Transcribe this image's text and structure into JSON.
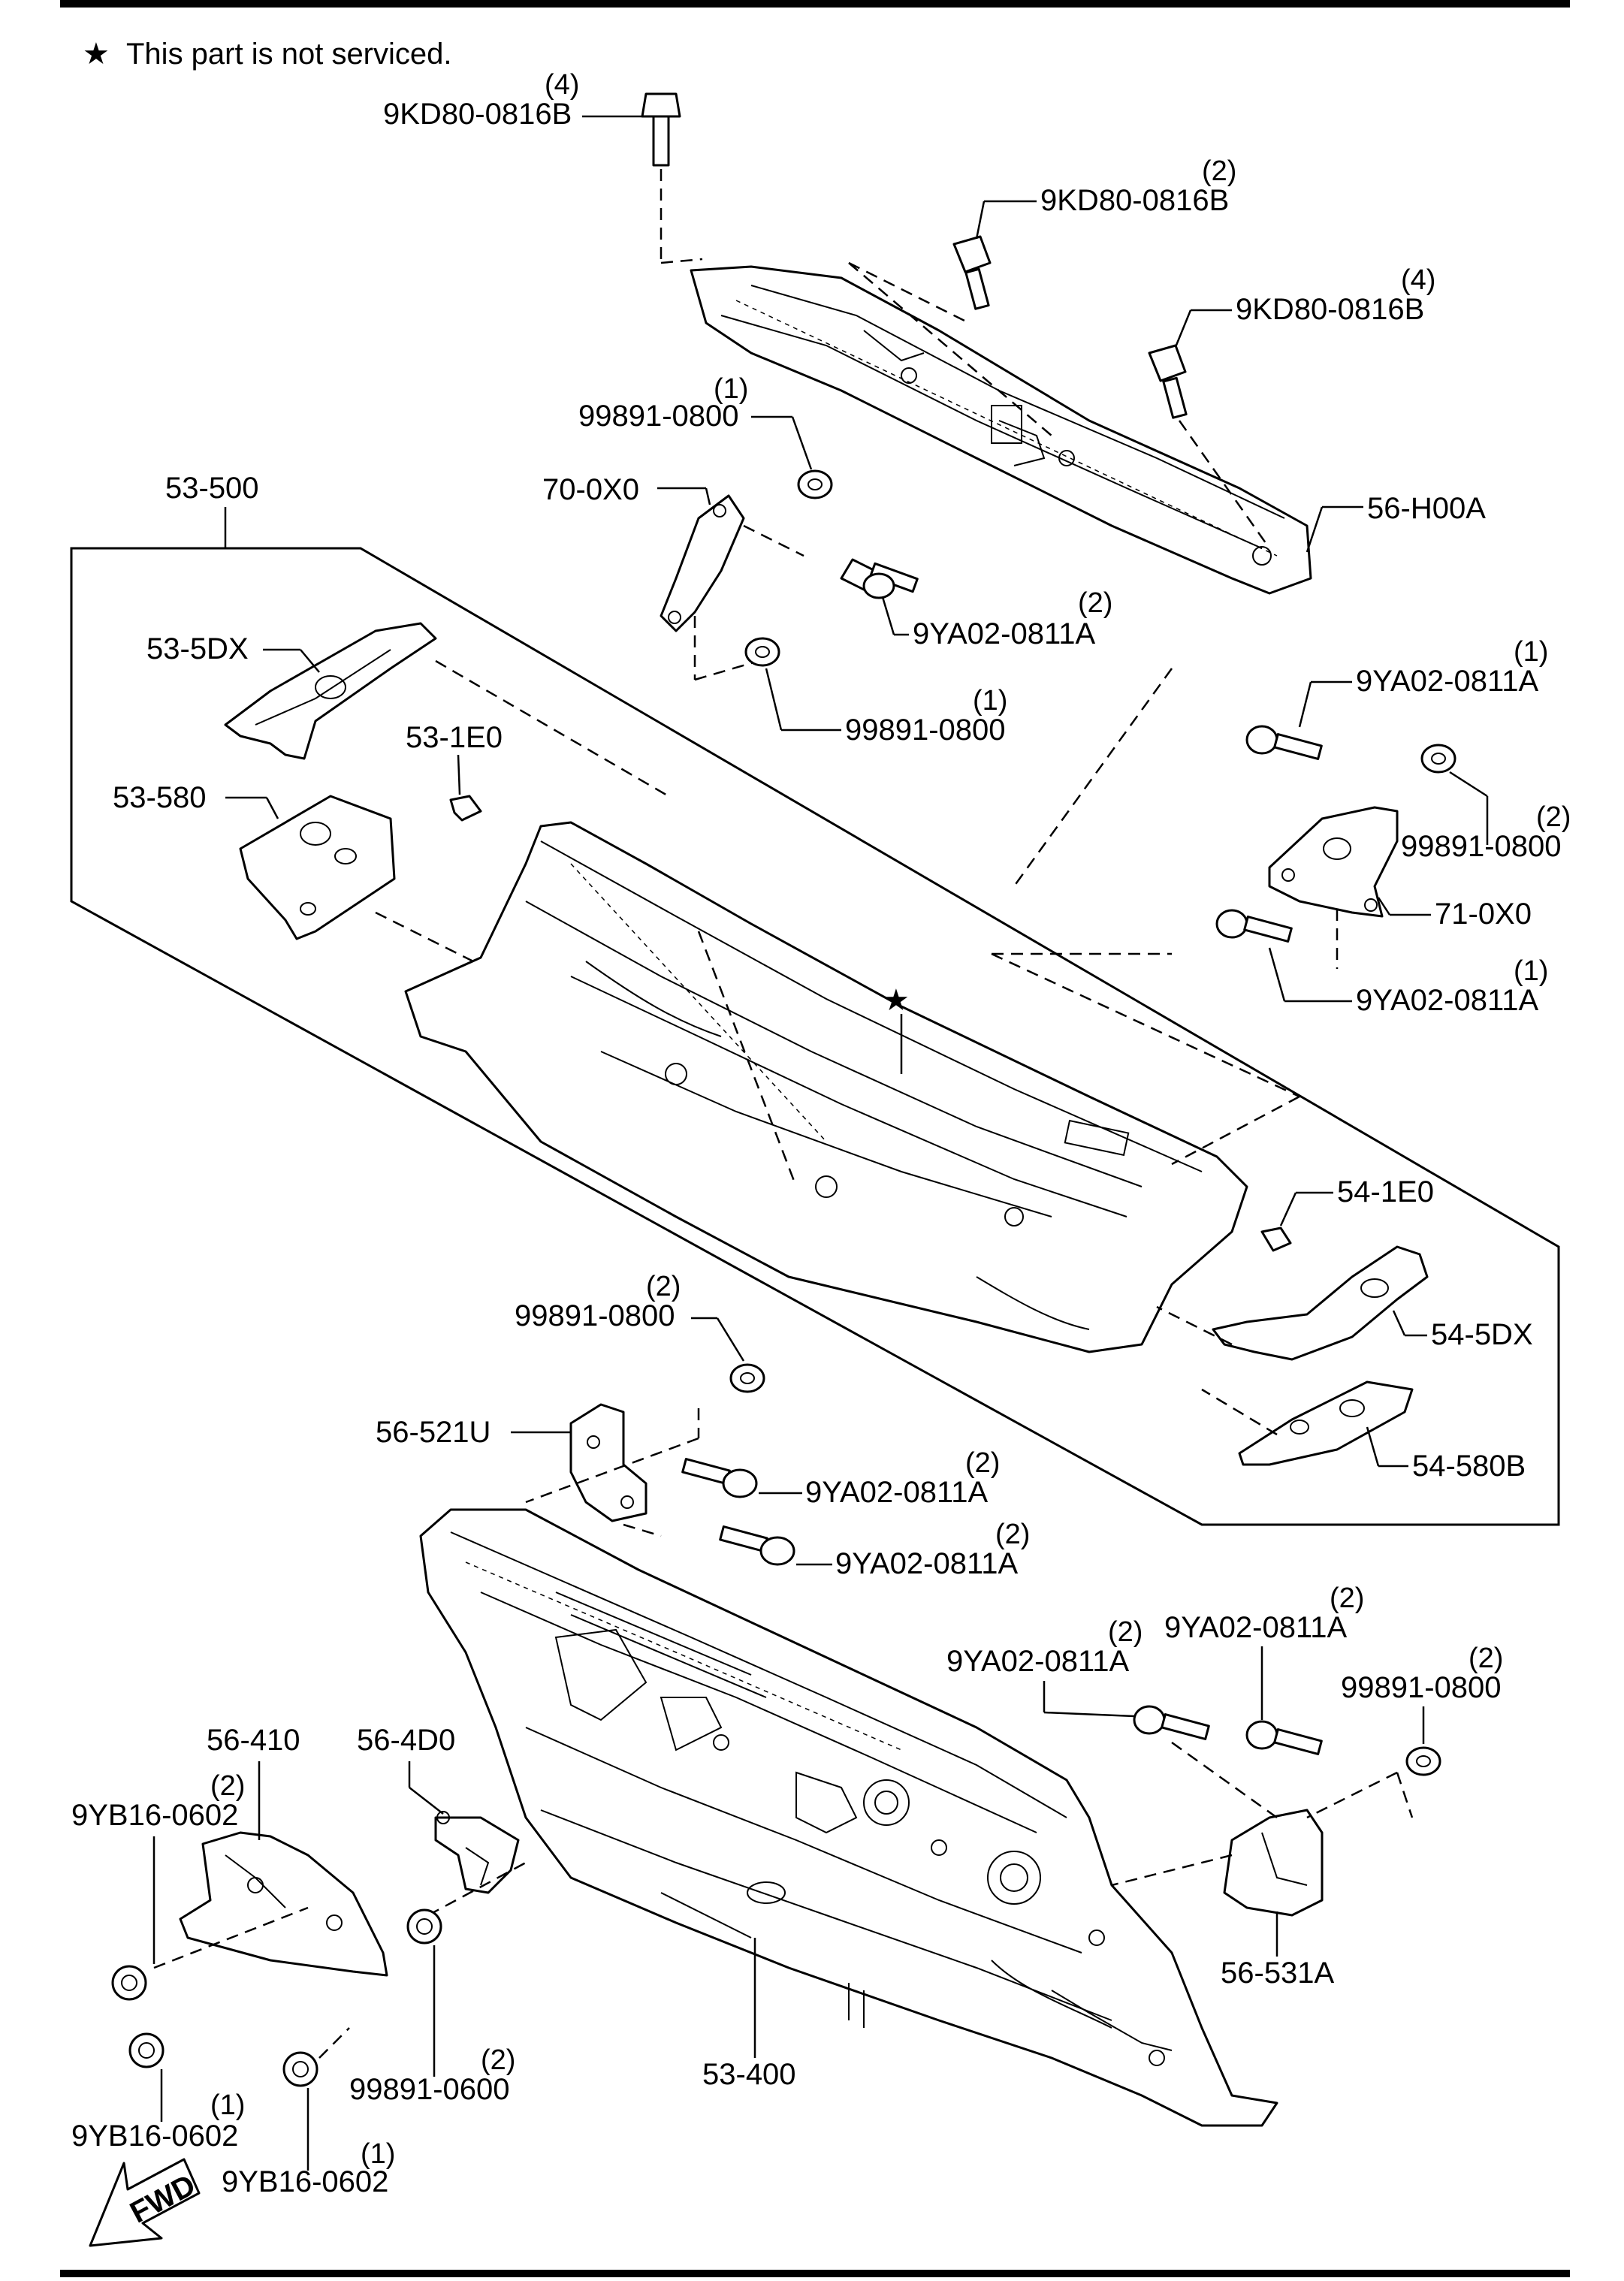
{
  "note": {
    "symbol": "★",
    "text": "This part is not serviced."
  },
  "star_marker": "★",
  "fwd_label": "FWD",
  "callouts": {
    "bolt_top_left": {
      "part": "9KD80-0816B",
      "qty": "(4)"
    },
    "bolt_top_mid": {
      "part": "9KD80-0816B",
      "qty": "(2)"
    },
    "bolt_top_right": {
      "part": "9KD80-0816B",
      "qty": "(4)"
    },
    "nut_upper_a": {
      "part": "99891-0800",
      "qty": "(1)"
    },
    "bracket_70": {
      "part": "70-0X0"
    },
    "member_56h": {
      "part": "56-H00A"
    },
    "bolt_upper_a": {
      "part": "9YA02-0811A",
      "qty": "(2)"
    },
    "nut_upper_b": {
      "part": "99891-0800",
      "qty": "(1)"
    },
    "assy_53_500": {
      "part": "53-500"
    },
    "gusset_53_5dx": {
      "part": "53-5DX"
    },
    "clip_53_1e0": {
      "part": "53-1E0"
    },
    "plate_53_580": {
      "part": "53-580"
    },
    "bolt_right_top": {
      "part": "9YA02-0811A",
      "qty": "(1)"
    },
    "nut_right": {
      "part": "99891-0800",
      "qty": "(2)"
    },
    "bracket_71": {
      "part": "71-0X0"
    },
    "bolt_right_bot": {
      "part": "9YA02-0811A",
      "qty": "(1)"
    },
    "clip_54_1e0": {
      "part": "54-1E0"
    },
    "gusset_54_5dx": {
      "part": "54-5DX"
    },
    "plate_54_580b": {
      "part": "54-580B"
    },
    "nut_mid": {
      "part": "99891-0800",
      "qty": "(2)"
    },
    "bracket_56_521u": {
      "part": "56-521U"
    },
    "bolt_mid_a": {
      "part": "9YA02-0811A",
      "qty": "(2)"
    },
    "bolt_mid_b": {
      "part": "9YA02-0811A",
      "qty": "(2)"
    },
    "bolt_low_a": {
      "part": "9YA02-0811A",
      "qty": "(2)"
    },
    "bolt_low_b": {
      "part": "9YA02-0811A",
      "qty": "(2)"
    },
    "nut_low_right": {
      "part": "99891-0800",
      "qty": "(2)"
    },
    "bracket_56_410": {
      "part": "56-410"
    },
    "bracket_56_4d0": {
      "part": "56-4D0"
    },
    "nut_9yb_a": {
      "part": "9YB16-0602",
      "qty": "(2)"
    },
    "nut_9yb_b": {
      "part": "9YB16-0602",
      "qty": "(1)"
    },
    "nut_9yb_c": {
      "part": "9YB16-0602",
      "qty": "(1)"
    },
    "nut_0600": {
      "part": "99891-0600",
      "qty": "(2)"
    },
    "dash_53_400": {
      "part": "53-400"
    },
    "bracket_56_531a": {
      "part": "56-531A"
    }
  }
}
